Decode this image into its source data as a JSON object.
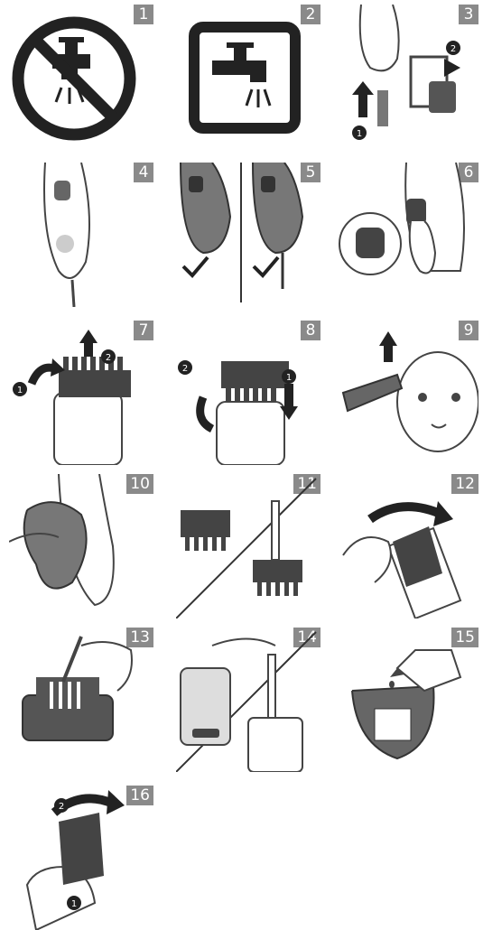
{
  "steps": [
    {
      "number": "1",
      "illustration": "no-water-icon"
    },
    {
      "number": "2",
      "illustration": "water-allowed-icon"
    },
    {
      "number": "3",
      "illustration": "plug-in-adapter-icon",
      "callouts": [
        "1",
        "2"
      ]
    },
    {
      "number": "4",
      "illustration": "charging-light-icon"
    },
    {
      "number": "5",
      "illustration": "check-icon"
    },
    {
      "number": "6",
      "illustration": "power-button-icon"
    },
    {
      "number": "7",
      "illustration": "remove-comb-icon",
      "callouts": [
        "1",
        "2"
      ]
    },
    {
      "number": "8",
      "illustration": "attach-comb-icon",
      "callouts": [
        "1",
        "2"
      ]
    },
    {
      "number": "9",
      "illustration": "child-haircut-icon"
    },
    {
      "number": "10",
      "illustration": "cloth-wipe-icon"
    },
    {
      "number": "11",
      "illustration": "clean-comb-icon"
    },
    {
      "number": "12",
      "illustration": "open-blade-icon"
    },
    {
      "number": "13",
      "illustration": "brush-blade-icon"
    },
    {
      "number": "14",
      "illustration": "brush-chamber-icon"
    },
    {
      "number": "15",
      "illustration": "oil-drop-icon"
    },
    {
      "number": "16",
      "illustration": "replace-blade-icon",
      "callouts": [
        "2",
        "1"
      ]
    }
  ]
}
